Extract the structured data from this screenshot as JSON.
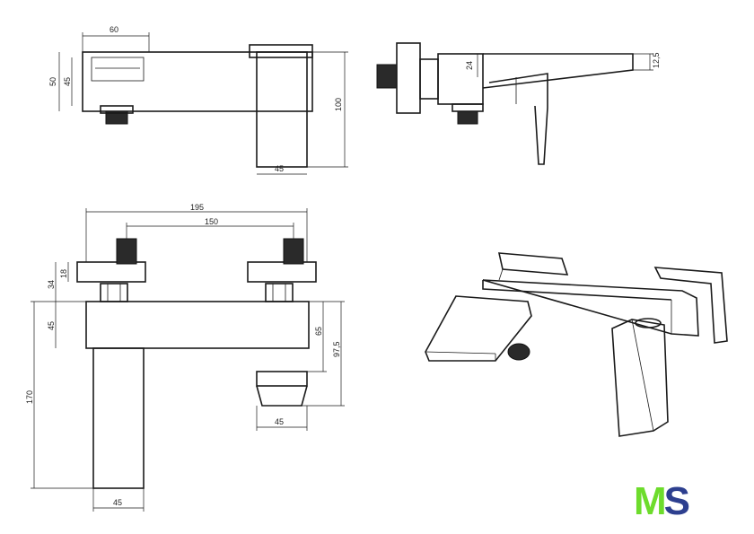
{
  "brand": {
    "logo_letter_1": "M",
    "logo_letter_2": "S",
    "color_1": "#6ddc2c",
    "color_2": "#2d3f8f"
  },
  "dimensions": {
    "top_front": [
      "60",
      "50",
      "45",
      "100",
      "45"
    ],
    "top_side": [
      "24",
      "12,5"
    ],
    "main_front": [
      "195",
      "150",
      "18",
      "34",
      "45",
      "170",
      "65",
      "97,5",
      "45",
      "45"
    ]
  }
}
